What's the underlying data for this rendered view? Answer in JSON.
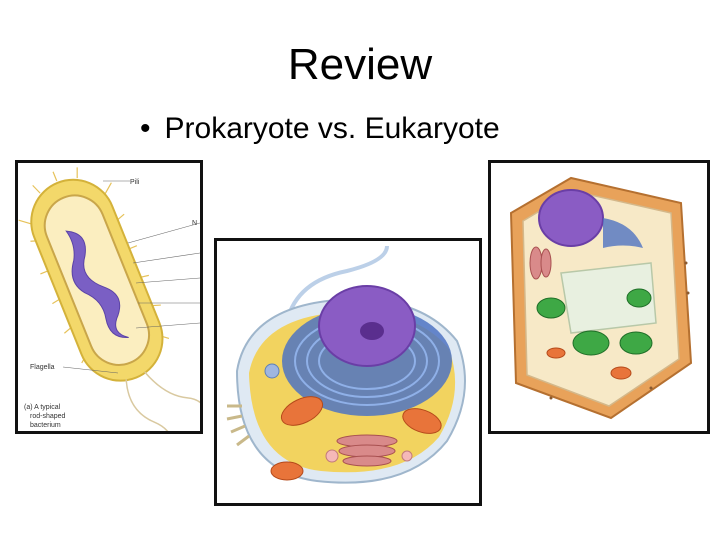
{
  "slide": {
    "title": "Review",
    "bullet": "Prokaryote vs. Eukaryote"
  },
  "figures": {
    "prokaryote": {
      "label_pili": "Pili",
      "label_n": "N",
      "label_flagella": "Flagella",
      "caption_line1": "(a) A typical",
      "caption_line2": "rod-shaped",
      "caption_line3": "bacterium"
    },
    "animal_cell": {},
    "plant_cell": {}
  },
  "colors": {
    "capsule": "#f3d86a",
    "nucleoid": "#7a5fc4",
    "nucleus": "#8a5cc4",
    "er": "#4f73c2",
    "cytoplasm": "#f2d35f",
    "mitochondria": "#e8743a",
    "chloroplast": "#3ea845",
    "cell_wall": "#e8a25a"
  }
}
